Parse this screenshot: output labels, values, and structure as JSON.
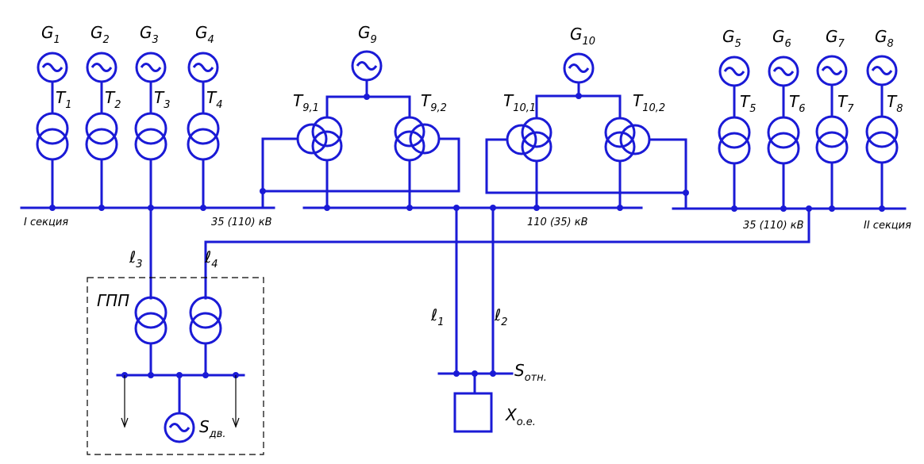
{
  "generators_left": [
    {
      "letter": "G",
      "sub": "1"
    },
    {
      "letter": "G",
      "sub": "2"
    },
    {
      "letter": "G",
      "sub": "3"
    },
    {
      "letter": "G",
      "sub": "4"
    }
  ],
  "transformers_left": [
    {
      "letter": "T",
      "sub": "1"
    },
    {
      "letter": "T",
      "sub": "2"
    },
    {
      "letter": "T",
      "sub": "3"
    },
    {
      "letter": "T",
      "sub": "4"
    }
  ],
  "generators_right": [
    {
      "letter": "G",
      "sub": "5"
    },
    {
      "letter": "G",
      "sub": "6"
    },
    {
      "letter": "G",
      "sub": "7"
    },
    {
      "letter": "G",
      "sub": "8"
    }
  ],
  "transformers_right": [
    {
      "letter": "T",
      "sub": "5"
    },
    {
      "letter": "T",
      "sub": "6"
    },
    {
      "letter": "T",
      "sub": "7"
    },
    {
      "letter": "T",
      "sub": "8"
    }
  ],
  "g9": {
    "letter": "G",
    "sub": "9"
  },
  "g10": {
    "letter": "G",
    "sub": "10"
  },
  "t91": {
    "letter": "T",
    "sub": "9,1"
  },
  "t92": {
    "letter": "T",
    "sub": "9,2"
  },
  "t101": {
    "letter": "T",
    "sub": "10,1"
  },
  "t102": {
    "letter": "T",
    "sub": "10,2"
  },
  "bus_labels": {
    "section1": "I секция",
    "left_voltage": "35 (110) кВ",
    "middle_voltage": "110 (35) кВ",
    "right_voltage": "35 (110) кВ",
    "section2": "II секция"
  },
  "lines": {
    "l1": {
      "letter": "ℓ",
      "sub": "1"
    },
    "l2": {
      "letter": "ℓ",
      "sub": "2"
    },
    "l3": {
      "letter": "ℓ",
      "sub": "3"
    },
    "l4": {
      "letter": "ℓ",
      "sub": "4"
    }
  },
  "substation_label": "ГПП",
  "s_otn": {
    "letter": "S",
    "sub": "отн."
  },
  "s_dv": {
    "letter": "S",
    "sub": "дв."
  },
  "x_oe": {
    "letter": "X",
    "sub": "о.е."
  },
  "colors": {
    "wire": "#1a1ad6",
    "text": "#000000"
  }
}
